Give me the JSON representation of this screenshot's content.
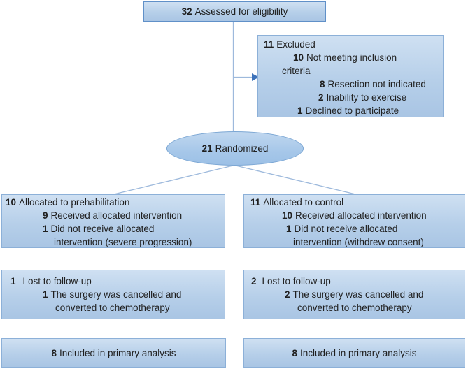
{
  "diagram": {
    "assessed": {
      "num": "32",
      "text": "Assessed for eligibility"
    },
    "excluded": {
      "lines": [
        {
          "num": "11",
          "text": "Excluded"
        },
        {
          "num": "10",
          "text": "Not meeting inclusion"
        },
        {
          "text": "criteria"
        },
        {
          "num": "8",
          "text": "Resection not indicated"
        },
        {
          "num": "2",
          "text": "Inability to exercise"
        },
        {
          "num": "1",
          "text": "Declined to participate"
        }
      ]
    },
    "randomized": {
      "num": "21",
      "text": "Randomized"
    },
    "prehab_alloc": {
      "lines": [
        {
          "num": "10",
          "text": "Allocated to prehabilitation"
        },
        {
          "num": "9",
          "text": "Received allocated intervention"
        },
        {
          "num": "1",
          "text": "Did not receive allocated"
        },
        {
          "text": "intervention (severe progression)"
        }
      ]
    },
    "control_alloc": {
      "lines": [
        {
          "num": "11",
          "text": "Allocated to control"
        },
        {
          "num": "10",
          "text": "Received allocated intervention"
        },
        {
          "num": "1",
          "text": "Did not receive allocated"
        },
        {
          "text": "intervention (withdrew consent)"
        }
      ]
    },
    "prehab_followup": {
      "lines": [
        {
          "num": "1",
          "text": "Lost to follow-up"
        },
        {
          "num": "1",
          "text": "The surgery was cancelled and"
        },
        {
          "text": "converted to chemotherapy"
        }
      ]
    },
    "control_followup": {
      "lines": [
        {
          "num": "2",
          "text": "Lost to follow-up"
        },
        {
          "num": "2",
          "text": "The surgery was cancelled and"
        },
        {
          "text": "converted to chemotherapy"
        }
      ]
    },
    "prehab_analysis": {
      "num": "8",
      "text": "Included in primary analysis"
    },
    "control_analysis": {
      "num": "8",
      "text": "Included in primary analysis"
    }
  },
  "colors": {
    "fill_top": "#cfe0f2",
    "fill_mid": "#b6cfe9",
    "fill_bottom": "#a9c5e4",
    "border": "#8cb0d8",
    "border_strong": "#6090c8",
    "connector": "#9db9dc",
    "arrowhead": "#3d72ba",
    "text": "#1f1f1f"
  }
}
